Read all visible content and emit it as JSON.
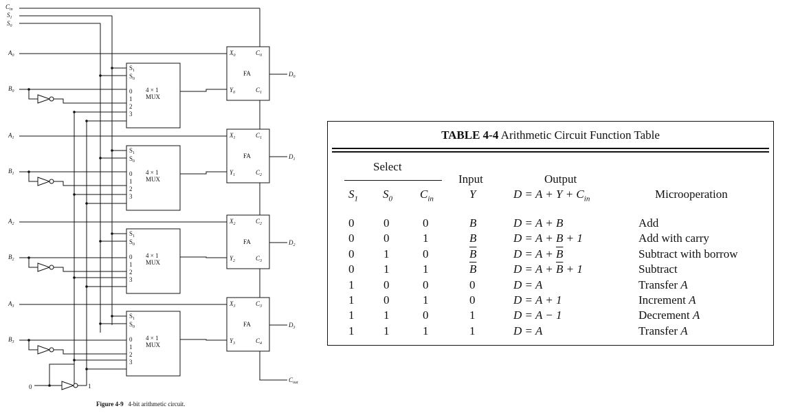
{
  "circuit": {
    "inputs": {
      "cin": "C",
      "cin_sub": "in",
      "s1": "S",
      "s1_sub": "1",
      "s0": "S",
      "s0_sub": "0",
      "zero_input": "0"
    },
    "stages": [
      {
        "a": "A",
        "b": "B",
        "idx": "0",
        "x": "X",
        "y": "Y",
        "cin_pin": "C",
        "cin_idx": "0",
        "cout_pin": "C",
        "cout_idx": "1",
        "d": "D"
      },
      {
        "a": "A",
        "b": "B",
        "idx": "1",
        "x": "X",
        "y": "Y",
        "cin_pin": "C",
        "cin_idx": "1",
        "cout_pin": "C",
        "cout_idx": "2",
        "d": "D"
      },
      {
        "a": "A",
        "b": "B",
        "idx": "2",
        "x": "X",
        "y": "Y",
        "cin_pin": "C",
        "cin_idx": "2",
        "cout_pin": "C",
        "cout_idx": "3",
        "d": "D"
      },
      {
        "a": "A",
        "b": "B",
        "idx": "3",
        "x": "X",
        "y": "Y",
        "cin_pin": "C",
        "cin_idx": "3",
        "cout_pin": "C",
        "cout_idx": "4",
        "d": "D"
      }
    ],
    "mux": {
      "line1": "4 × 1",
      "line2": "MUX",
      "sel1": "S",
      "sel1_sub": "1",
      "sel0": "S",
      "sel0_sub": "0",
      "pins": [
        "0",
        "1",
        "2",
        "3"
      ]
    },
    "fa_label": "FA",
    "const_one": "1",
    "cout": "C",
    "cout_sub": "out"
  },
  "caption": {
    "number": "Figure 4-9",
    "text": "4-bit arithmetic circuit."
  },
  "table": {
    "number": "TABLE 4-4",
    "title": "Arithmetic Circuit Function Table",
    "select_header": "Select",
    "s1": "S",
    "s1_sub": "1",
    "s0": "S",
    "s0_sub": "0",
    "cin": "C",
    "cin_sub": "in",
    "input_header": "Input",
    "input_var": "Y",
    "output_header": "Output",
    "output_eq": "D = A + Y + C",
    "output_eq_sub": "in",
    "micro_header": "Microoperation",
    "rows": [
      {
        "s1": "0",
        "s0": "0",
        "cin": "0",
        "y": "B",
        "y_bar": false,
        "out": "D = A + B",
        "micro": "Add"
      },
      {
        "s1": "0",
        "s0": "0",
        "cin": "1",
        "y": "B",
        "y_bar": false,
        "out": "D = A + B + 1",
        "micro": "Add with carry"
      },
      {
        "s1": "0",
        "s0": "1",
        "cin": "0",
        "y": "B",
        "y_bar": true,
        "out_pre": "D = A + ",
        "out_bar": "B",
        "out_post": "",
        "micro": "Subtract with borrow"
      },
      {
        "s1": "0",
        "s0": "1",
        "cin": "1",
        "y": "B",
        "y_bar": true,
        "out_pre": "D = A + ",
        "out_bar": "B",
        "out_post": " + 1",
        "micro": "Subtract"
      },
      {
        "s1": "1",
        "s0": "0",
        "cin": "0",
        "y": "0",
        "y_bar": false,
        "out": "D = A",
        "micro_pre": "Transfer ",
        "micro_it": "A"
      },
      {
        "s1": "1",
        "s0": "0",
        "cin": "1",
        "y": "0",
        "y_bar": false,
        "out": "D = A + 1",
        "micro_pre": "Increment ",
        "micro_it": "A"
      },
      {
        "s1": "1",
        "s0": "1",
        "cin": "0",
        "y": "1",
        "y_bar": false,
        "out": "D = A − 1",
        "micro_pre": "Decrement ",
        "micro_it": "A"
      },
      {
        "s1": "1",
        "s0": "1",
        "cin": "1",
        "y": "1",
        "y_bar": false,
        "out": "D = A",
        "micro_pre": "Transfer ",
        "micro_it": "A"
      }
    ]
  }
}
